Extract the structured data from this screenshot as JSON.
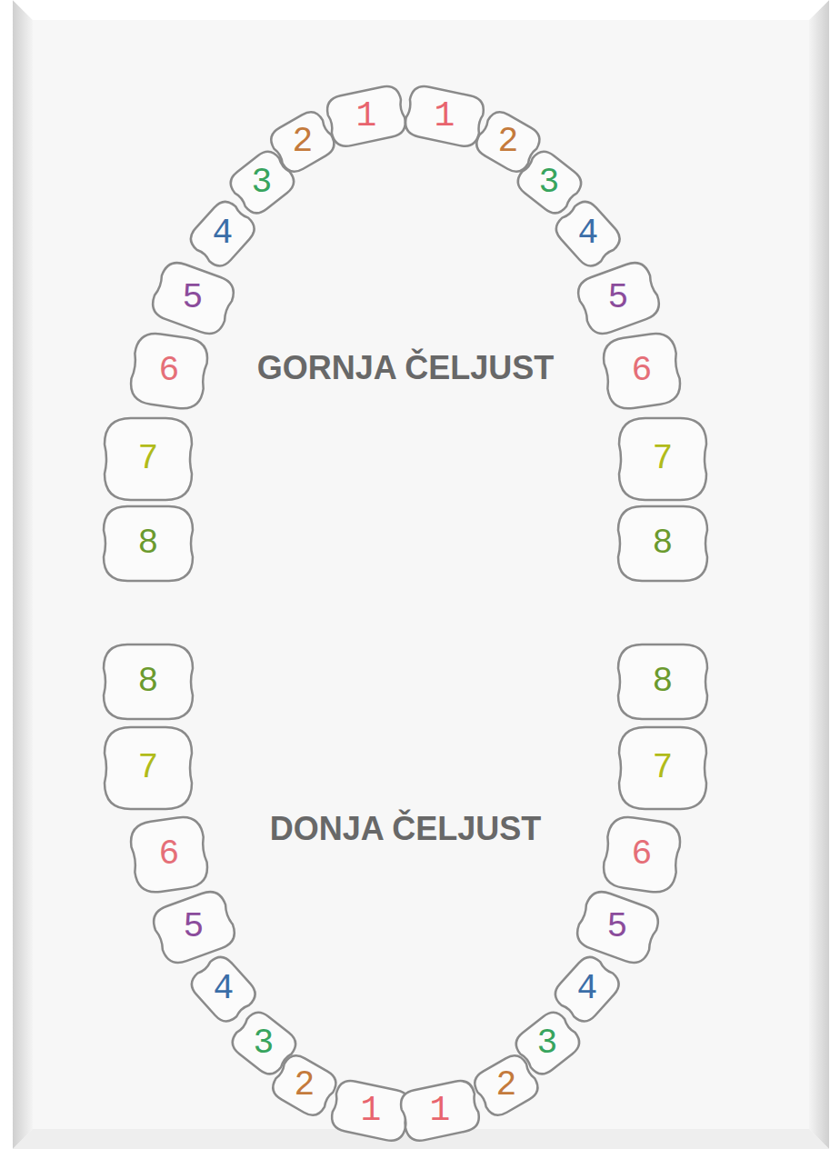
{
  "diagram": {
    "nodes": [
      {
        "text": [
          "1"
        ]
      },
      {
        "text": [
          "1"
        ]
      },
      {
        "text": [
          "2"
        ]
      },
      {
        "text": [
          "2"
        ]
      },
      {
        "text": [
          "3"
        ]
      },
      {
        "text": [
          "3"
        ]
      },
      {
        "text": [
          "4"
        ]
      },
      {
        "text": [
          "4"
        ]
      },
      {
        "text": [
          "5"
        ]
      },
      {
        "text": [
          "5"
        ]
      },
      {
        "text": [
          "6"
        ]
      },
      {
        "text": [
          "6"
        ]
      },
      {
        "text": [
          "7"
        ]
      },
      {
        "text": [
          "7"
        ]
      },
      {
        "text": [
          "8"
        ]
      },
      {
        "text": [
          "8"
        ]
      },
      {
        "text": [
          "8"
        ]
      },
      {
        "text": [
          "8"
        ]
      },
      {
        "text": [
          "7"
        ]
      },
      {
        "text": [
          "7"
        ]
      },
      {
        "text": [
          "6"
        ]
      },
      {
        "text": [
          "6"
        ]
      },
      {
        "text": [
          "5"
        ]
      },
      {
        "text": [
          "5"
        ]
      },
      {
        "text": [
          "4"
        ]
      },
      {
        "text": [
          "4"
        ]
      },
      {
        "text": [
          "3"
        ]
      },
      {
        "text": [
          "3"
        ]
      },
      {
        "text": [
          "2"
        ]
      },
      {
        "text": [
          "2"
        ]
      },
      {
        "text": [
          "1"
        ]
      },
      {
        "text": [
          "1"
        ]
      }
    ],
    "labels": [
      "GORNJA ČELJUST",
      "DONJA ČELJUST"
    ]
  }
}
